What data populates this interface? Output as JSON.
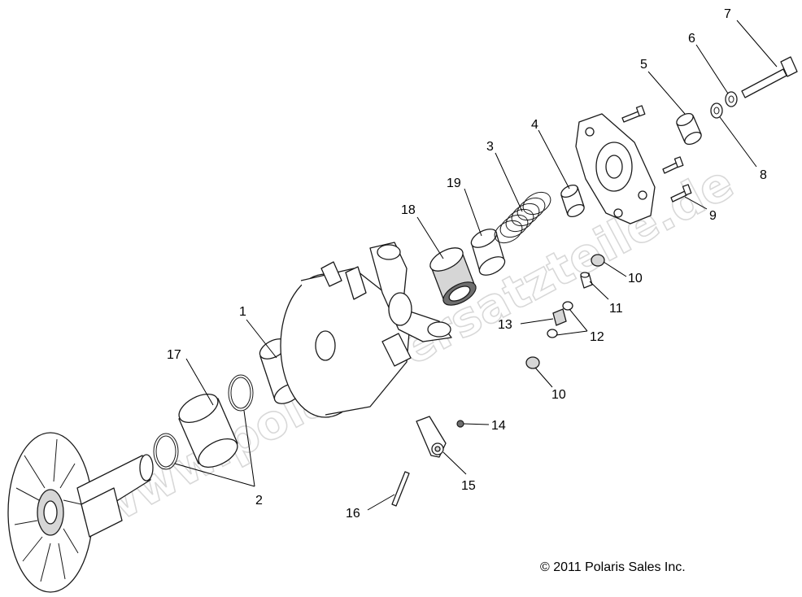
{
  "diagram": {
    "callouts": [
      {
        "key": "c1",
        "label": "1"
      },
      {
        "key": "c2",
        "label": "2"
      },
      {
        "key": "c3",
        "label": "3"
      },
      {
        "key": "c4",
        "label": "4"
      },
      {
        "key": "c5",
        "label": "5"
      },
      {
        "key": "c6",
        "label": "6"
      },
      {
        "key": "c7",
        "label": "7"
      },
      {
        "key": "c8",
        "label": "8"
      },
      {
        "key": "c9",
        "label": "9"
      },
      {
        "key": "c10a",
        "label": "10"
      },
      {
        "key": "c10b",
        "label": "10"
      },
      {
        "key": "c11",
        "label": "11"
      },
      {
        "key": "c12",
        "label": "12"
      },
      {
        "key": "c13",
        "label": "13"
      },
      {
        "key": "c14",
        "label": "14"
      },
      {
        "key": "c15",
        "label": "15"
      },
      {
        "key": "c16",
        "label": "16"
      },
      {
        "key": "c17",
        "label": "17"
      },
      {
        "key": "c18",
        "label": "18"
      },
      {
        "key": "c19",
        "label": "19"
      }
    ],
    "copyright": "© 2011 Polaris Sales Inc.",
    "watermark": "www.polaris-ersatzteile.de"
  }
}
